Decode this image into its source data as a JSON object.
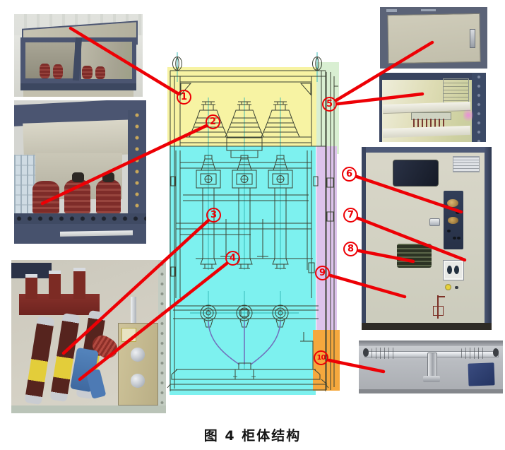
{
  "figure": {
    "caption": "图 4 柜体结构"
  },
  "callouts": [
    {
      "num": "1"
    },
    {
      "num": "2"
    },
    {
      "num": "3"
    },
    {
      "num": "4"
    },
    {
      "num": "5"
    },
    {
      "num": "6"
    },
    {
      "num": "7"
    },
    {
      "num": "8"
    },
    {
      "num": "9"
    },
    {
      "num": "10"
    }
  ],
  "highlights": {
    "top_compartment_yellow": "#F7F3A3",
    "top_right_green": "#D9EFD2",
    "main_compartment_cyan": "#7DF1EF",
    "right_channel_purple": "#DDC3EC",
    "bottom_right_orange": "#F5A83D",
    "annotation_red": "#ED0005",
    "drawing_line": "#3A4233",
    "centerline_teal": "#2FB5B3"
  }
}
